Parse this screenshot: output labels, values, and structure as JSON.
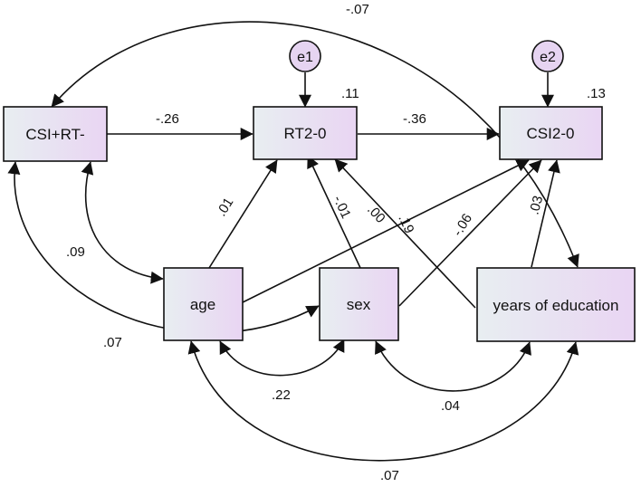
{
  "nodes": {
    "csi_rt": "CSI+RT-",
    "rt2": "RT2-0",
    "csi2": "CSI2-0",
    "age": "age",
    "sex": "sex",
    "edu": "years of education",
    "e1": "e1",
    "e2": "e2"
  },
  "r_squared": {
    "rt2": ".11",
    "csi2": ".13"
  },
  "coefficients": {
    "csi_rt_to_rt2": "-.26",
    "rt2_to_csi2": "-.36",
    "csi_rt_to_edu": "-.07",
    "age_to_rt2": ".01",
    "sex_to_rt2": "-.01",
    "edu_to_rt2": ".00",
    "age_to_csi2": ".19",
    "sex_to_csi2": "-.06",
    "edu_to_csi2": ".03",
    "csi_rt_age": ".09",
    "csi_rt_sex": ".07",
    "age_sex": ".22",
    "sex_edu": ".04",
    "age_edu": ".07"
  },
  "colors": {
    "box_left": "#e6ecef",
    "box_right": "#e6d6f2",
    "ellipse": "#e6d6f2",
    "stroke": "#111111"
  }
}
